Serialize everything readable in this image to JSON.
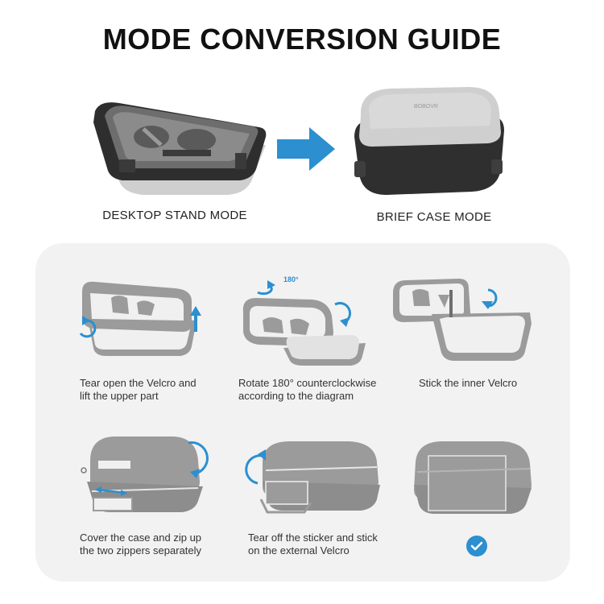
{
  "title": "MODE CONVERSION GUIDE",
  "modes": {
    "desktop_label": "DESKTOP STAND MODE",
    "brief_label": "BRIEF CASE MODE",
    "brand_text": "BOBOVR"
  },
  "steps": [
    {
      "line1": "Tear open the Velcro",
      "line2": "lift the upper part",
      "connector": "and"
    },
    {
      "line1": "Rotate 180° counterclockwise",
      "line2": "according to the diagram",
      "badge": "180°"
    },
    {
      "line1": "Stick the inner Velcro",
      "line2": ""
    },
    {
      "line1": "Cover the case and zip up",
      "line2": "the two zippers separately"
    },
    {
      "line1": "Tear off the sticker and stick",
      "line2": "on the external Velcro"
    },
    {
      "line1": "",
      "line2": "",
      "check": true
    }
  ],
  "colors": {
    "accent": "#2b8fd0",
    "panel": "#f2f2f2",
    "case_gray": "#8f8f8f",
    "case_light": "#d4d4d4",
    "dark_frame": "#2e2e2e"
  }
}
